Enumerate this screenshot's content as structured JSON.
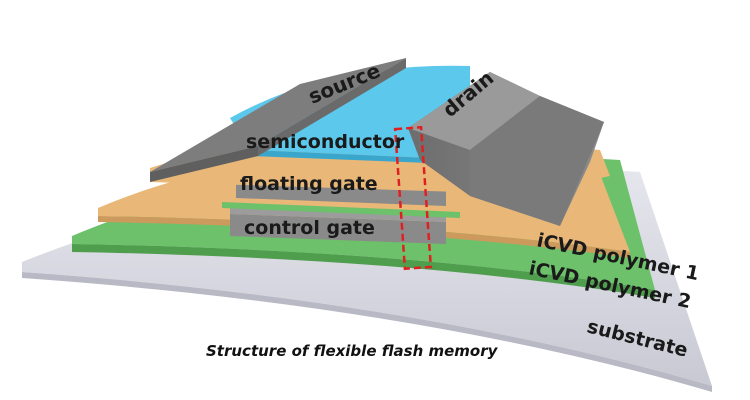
{
  "diagram": {
    "layers": [
      {
        "label": "source",
        "color": "#7d7d7d"
      },
      {
        "label": "drain",
        "color": "#7d7d7d"
      },
      {
        "label": "semiconductor",
        "color": "#5bc8ec"
      },
      {
        "label": "floating gate",
        "color": "#8a8a8a"
      },
      {
        "label": "control gate",
        "color": "#8a8a8a"
      },
      {
        "label": "iCVD polymer 1",
        "color": "#e9b878"
      },
      {
        "label": "iCVD polymer 2",
        "color": "#6cc16a"
      },
      {
        "label": "substrate",
        "color": "#d6d6e0"
      }
    ],
    "caption": "Structure of flexible flash memory",
    "highlight_color": "#e02020"
  }
}
